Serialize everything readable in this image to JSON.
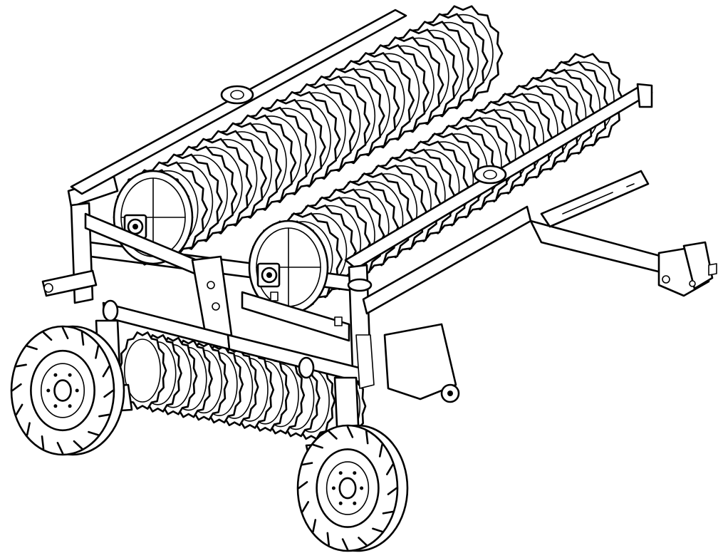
{
  "figure": {
    "subject": "roller-harrow-isometric-line-drawing",
    "stroke_color": "#000000",
    "background_color": "#ffffff",
    "rollers": {
      "rear": {
        "ring_count": 22
      },
      "front": {
        "ring_count": 22
      },
      "lower": {
        "ring_count": 14
      }
    },
    "wheels": {
      "count": 2
    }
  }
}
